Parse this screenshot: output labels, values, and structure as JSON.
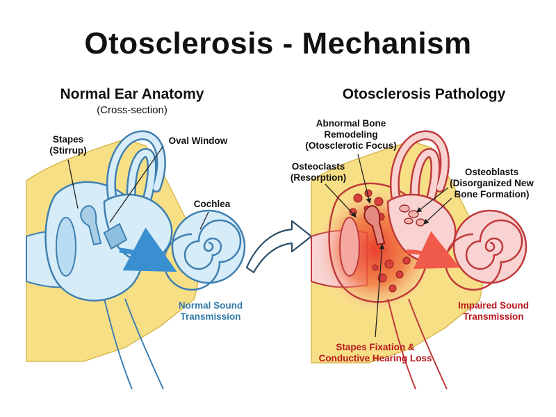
{
  "title": "Otosclerosis - Mechanism",
  "left_panel": {
    "title": "Normal Ear Anatomy",
    "subtitle": "(Cross-section)",
    "labels": {
      "stapes": [
        "Stapes",
        "(Stirrup)"
      ],
      "oval_window": "Oval Window",
      "cochlea": "Cochlea",
      "transmission": [
        "Normal Sound",
        "Transmission"
      ]
    }
  },
  "right_panel": {
    "title": "Otosclerosis Pathology",
    "labels": {
      "remodeling": [
        "Abnormal Bone",
        "Remodeling",
        "(Otosclerotic Focus)"
      ],
      "osteoclasts": [
        "Osteoclasts",
        "(Resorption)"
      ],
      "osteoblasts": [
        "Osteoblasts",
        "(Disorganized New",
        "Bone Formation)"
      ],
      "transmission": [
        "Impaired Sound",
        "Transmission"
      ],
      "fixation": [
        "Stapes Fixation &",
        "Conductive Hearing Loss"
      ]
    }
  },
  "colors": {
    "normal_stroke": "#3f7fb0",
    "normal_fill": "#d6ecf8",
    "normal_arrow": "#3a8fd0",
    "bone_yellow": "#f7df86",
    "patho_stroke": "#c0393b",
    "patho_fill": "#f8d3d2",
    "patho_focus": "#e8382c",
    "patho_arrow": "#f05a4a",
    "center_arrow": "#2e4e66"
  }
}
